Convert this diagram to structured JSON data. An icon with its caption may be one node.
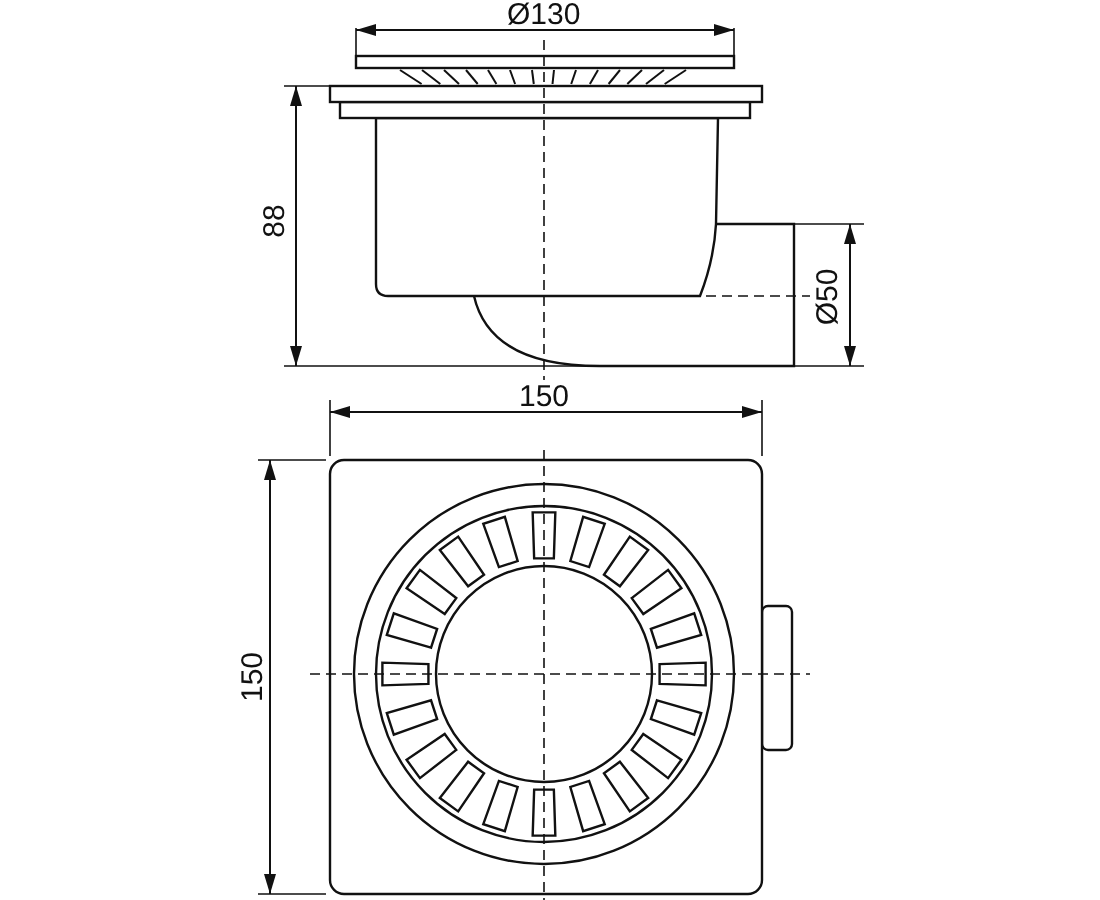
{
  "diagram": {
    "labels": [
      "Ø130",
      "88",
      "Ø50",
      "150",
      "150"
    ]
  }
}
